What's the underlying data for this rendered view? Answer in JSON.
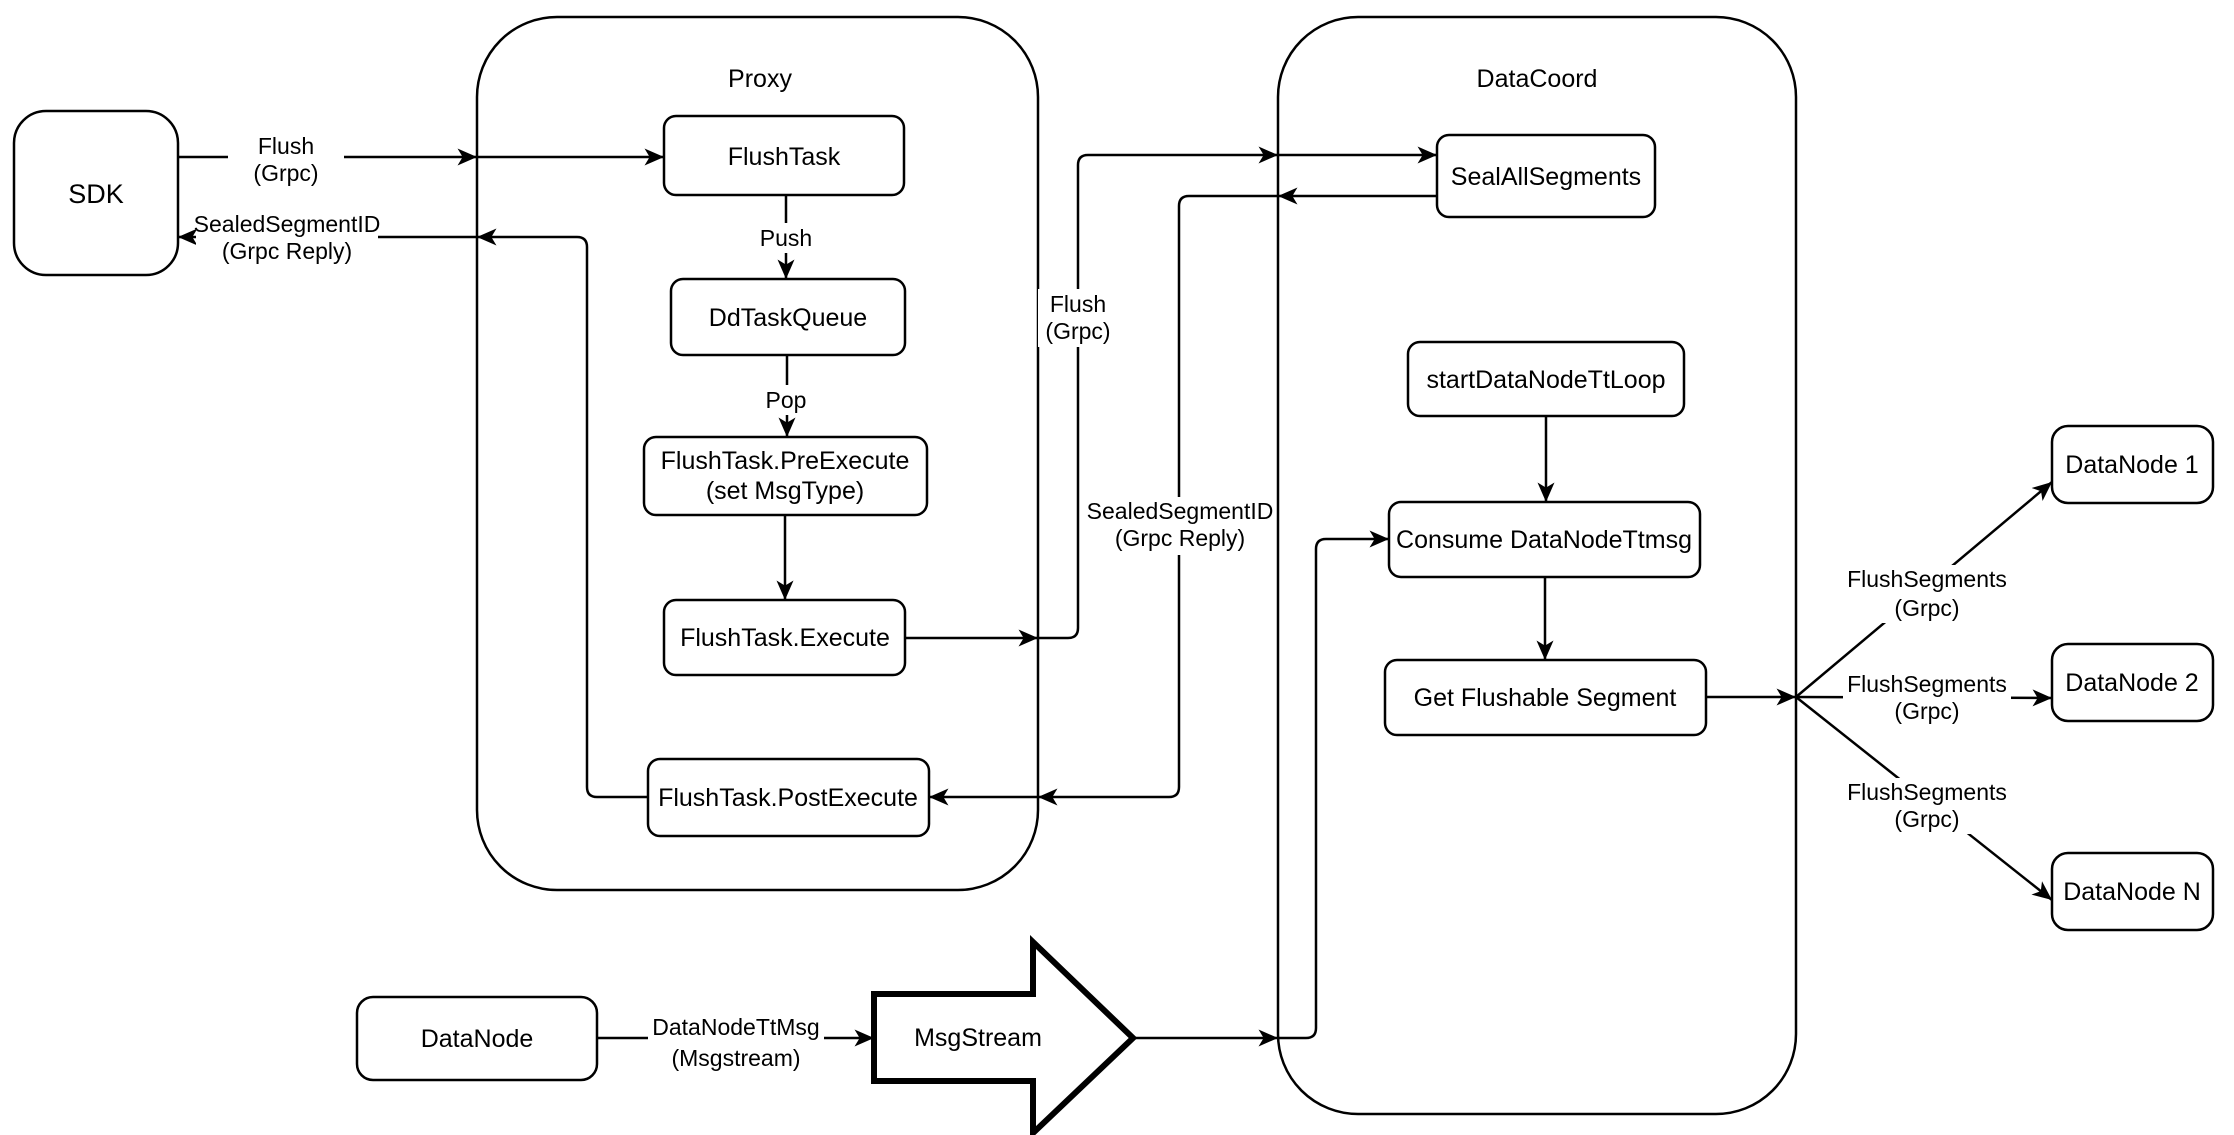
{
  "colors": {
    "background": "#ffffff",
    "line": "#000000",
    "node_fill": "#ffffff",
    "node_stroke": "#000000",
    "text": "#000000"
  },
  "containers": {
    "proxy": {
      "title": "Proxy"
    },
    "datacoord": {
      "title": "DataCoord"
    }
  },
  "nodes": {
    "sdk": {
      "label": "SDK"
    },
    "flush_task": {
      "label": "FlushTask"
    },
    "dd_task_queue": {
      "label": "DdTaskQueue"
    },
    "flush_task_pre_execute": {
      "line1": "FlushTask.PreExecute",
      "line2": "(set MsgType)"
    },
    "flush_task_execute": {
      "label": "FlushTask.Execute"
    },
    "flush_task_post_execute": {
      "label": "FlushTask.PostExecute"
    },
    "seal_all_segments": {
      "label": "SealAllSegments"
    },
    "start_data_node_tt_loop": {
      "label": "startDataNodeTtLoop"
    },
    "consume_data_node_ttmsg": {
      "label": "Consume DataNodeTtmsg"
    },
    "get_flushable_segment": {
      "label": "Get Flushable Segment"
    },
    "data_node_1": {
      "label": "DataNode 1"
    },
    "data_node_2": {
      "label": "DataNode 2"
    },
    "data_node_n": {
      "label": "DataNode N"
    },
    "data_node": {
      "label": "DataNode"
    },
    "msg_stream": {
      "label": "MsgStream"
    }
  },
  "edge_labels": {
    "flush_sdk": {
      "line1": "Flush",
      "line2": "(Grpc)"
    },
    "sealed_segment_id_sdk": {
      "line1": "SealedSegmentID",
      "line2": "(Grpc Reply)"
    },
    "push": {
      "label": "Push"
    },
    "pop": {
      "label": "Pop"
    },
    "flush_mid": {
      "line1": "Flush",
      "line2": "(Grpc)"
    },
    "sealed_segment_id_mid": {
      "line1": "SealedSegmentID",
      "line2": "(Grpc Reply)"
    },
    "flush_segments_1": {
      "line1": "FlushSegments",
      "line2": "(Grpc)"
    },
    "flush_segments_2": {
      "line1": "FlushSegments",
      "line2": "(Grpc)"
    },
    "flush_segments_3": {
      "line1": "FlushSegments",
      "line2": "(Grpc)"
    },
    "data_node_tt_msg": {
      "line1": "DataNodeTtMsg",
      "line2": "(Msgstream)"
    }
  }
}
